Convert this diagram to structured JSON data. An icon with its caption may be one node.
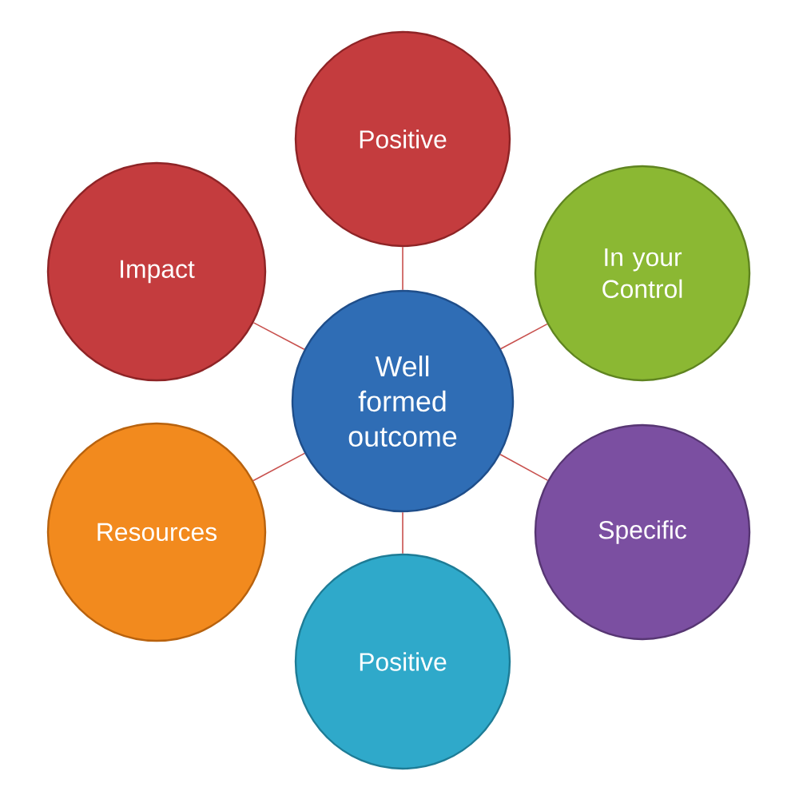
{
  "diagram": {
    "nodes": [
      {
        "text": [
          "Well formed outcome"
        ]
      },
      {
        "text": [
          "Positive"
        ]
      },
      {
        "text": [
          "Impact"
        ]
      },
      {
        "text": [
          "In your Control"
        ]
      },
      {
        "text": [
          "Resources"
        ]
      },
      {
        "text": [
          "Specific"
        ]
      },
      {
        "text": [
          "Positive"
        ]
      }
    ],
    "edges": [
      {
        "from": 0,
        "to": 1,
        "arrow": "none"
      },
      {
        "from": 0,
        "to": 2,
        "arrow": "none"
      },
      {
        "from": 0,
        "to": 3,
        "arrow": "none"
      },
      {
        "from": 0,
        "to": 4,
        "arrow": "none"
      },
      {
        "from": 0,
        "to": 5,
        "arrow": "none"
      },
      {
        "from": 0,
        "to": 6,
        "arrow": "none"
      }
    ]
  }
}
